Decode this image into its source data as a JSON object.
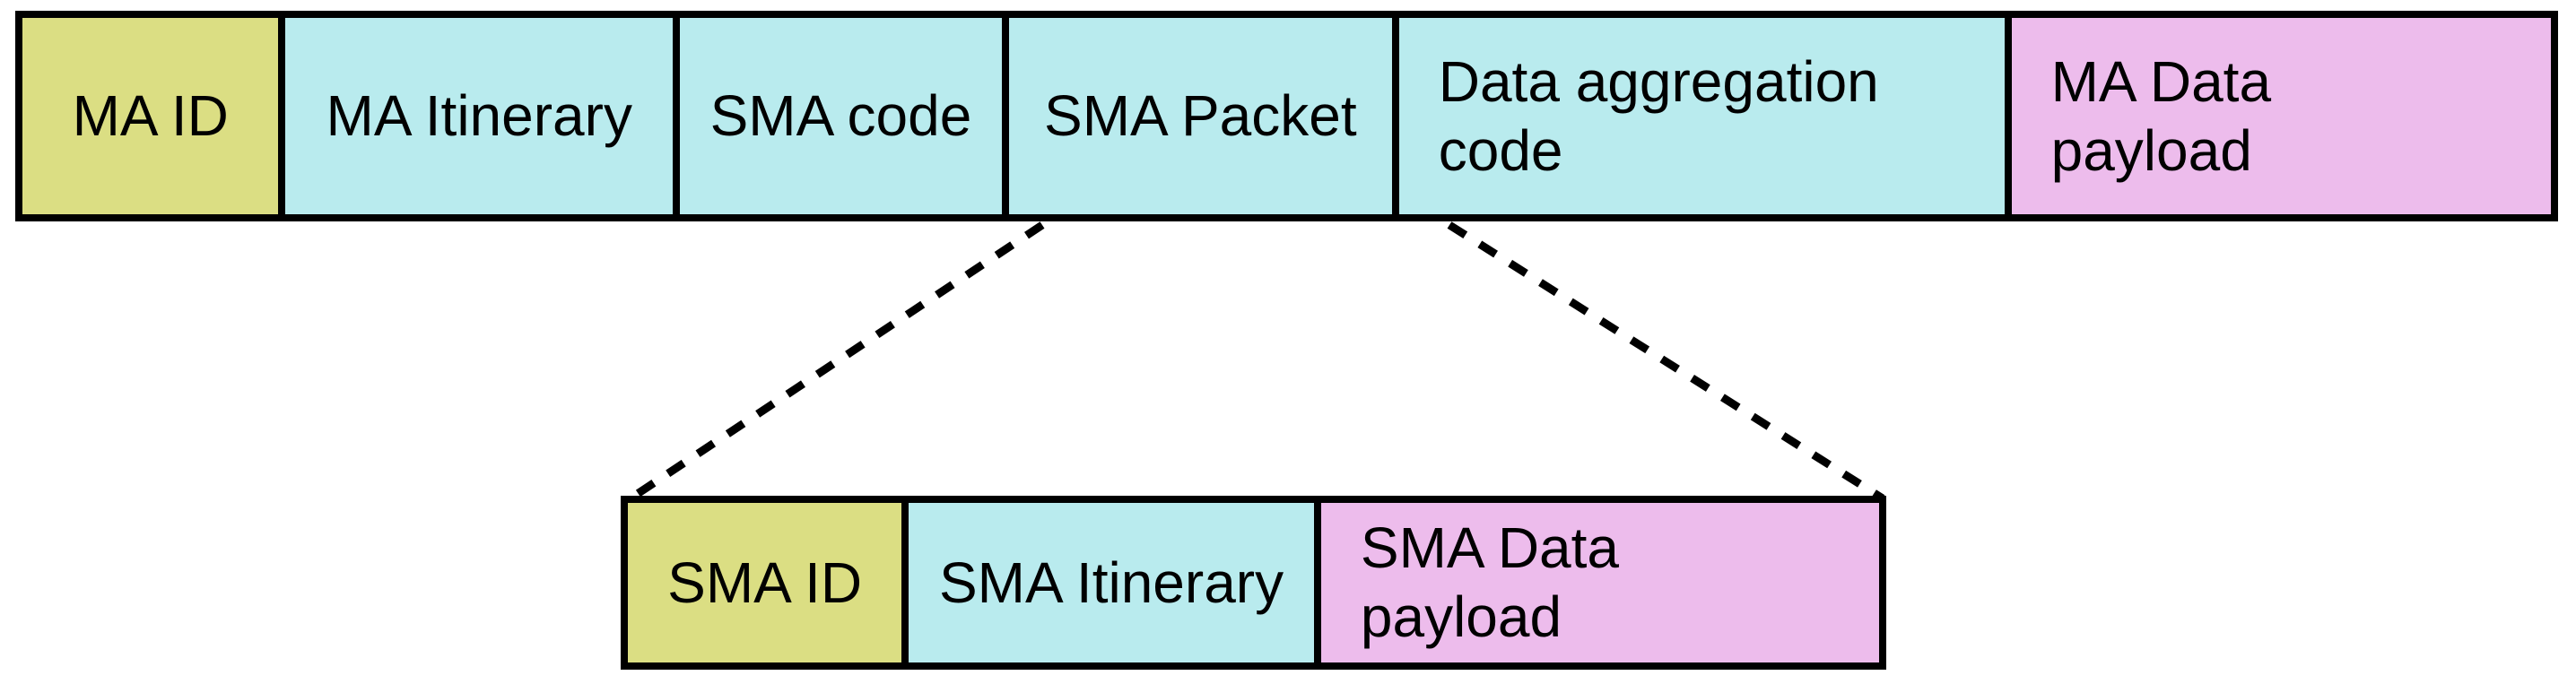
{
  "packet_diagram": {
    "ma_packet_fields": [
      {
        "label": "MA ID",
        "color": "khaki"
      },
      {
        "label": "MA Itinerary",
        "color": "cyan"
      },
      {
        "label": "SMA code",
        "color": "cyan"
      },
      {
        "label": "SMA Packet",
        "color": "cyan"
      },
      {
        "label": "Data aggregation\ncode",
        "color": "cyan"
      },
      {
        "label": "MA Data\npayload",
        "color": "pink"
      }
    ],
    "sma_packet_fields": [
      {
        "label": "SMA ID",
        "color": "khaki"
      },
      {
        "label": "SMA Itinerary",
        "color": "cyan"
      },
      {
        "label": "SMA Data\npayload",
        "color": "pink"
      }
    ]
  },
  "colors": {
    "khaki": "#dbde83",
    "cyan": "#b9ebee",
    "pink": "#edbcec",
    "ink": "#000000",
    "bg": "#ffffff"
  }
}
